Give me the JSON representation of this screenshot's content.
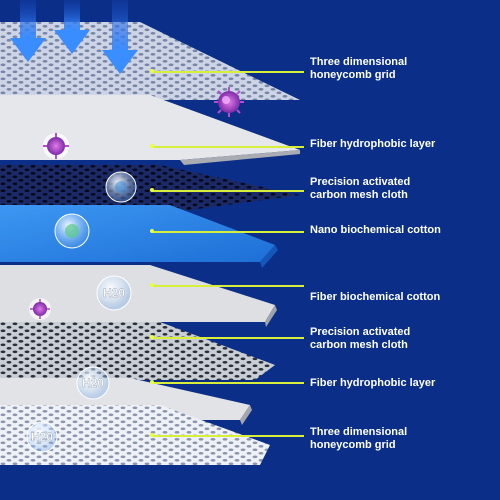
{
  "colors": {
    "background": "#0b2f88",
    "leader_line": "#d7ee3a",
    "label_text": "#ffffff",
    "mesh_white": "#f2f4f8",
    "fiber_gray": "#d9dadc",
    "carbon_blue": "#1f3f9e",
    "cotton_blue": "#2f86e6",
    "arrow_blue": "#2f86ff"
  },
  "icons": {
    "down_arrow": "down-arrow-icon",
    "virus": "virus-icon",
    "bubble": "bubble-icon"
  },
  "bubble_text": "H20",
  "layers": [
    {
      "id": "layer-1",
      "label": "Three dimensional\nhoneycomb grid"
    },
    {
      "id": "layer-2",
      "label": "Fiber hydrophobic layer"
    },
    {
      "id": "layer-3",
      "label": "Precision activated\ncarbon mesh cloth"
    },
    {
      "id": "layer-4",
      "label": "Nano biochemical cotton"
    },
    {
      "id": "layer-5",
      "label": "Fiber biochemical cotton"
    },
    {
      "id": "layer-6",
      "label": "Precision activated\ncarbon mesh cloth"
    },
    {
      "id": "layer-7",
      "label": "Fiber hydrophobic layer"
    },
    {
      "id": "layer-8",
      "label": "Three dimensional\nhoneycomb grid"
    }
  ]
}
